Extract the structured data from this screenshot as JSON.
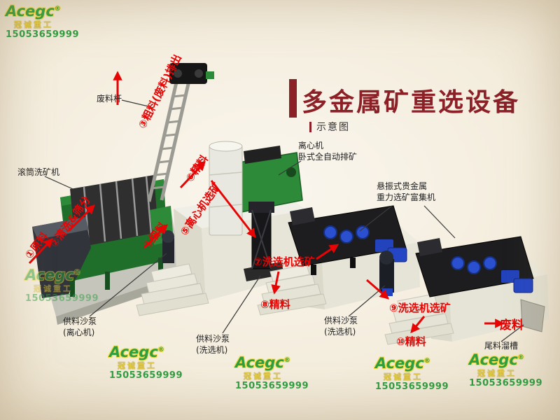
{
  "title": {
    "main": "多金属矿重选设备",
    "subtitle": "示意图",
    "accent_color": "#8b2027"
  },
  "watermark": {
    "brand": "Acegc",
    "reg": "®",
    "company": "冠诚重工",
    "phone": "15053659999"
  },
  "flow_labels": {
    "step1": "①原料",
    "step2": "②清洗&筛分",
    "step3": "③粗料(废料)排出",
    "step4": "④细料",
    "step5": "⑤离心机选矿",
    "step6": "⑥精料",
    "step7": "⑦洗选机选矿",
    "step8": "⑧精料",
    "step9": "⑨洗选机选矿",
    "step10": "⑩精料",
    "waste_out": "废料"
  },
  "equipment_labels": {
    "waste_rod": "废料杆",
    "drum_washer": "滚筒洗矿机",
    "centrifuge_line1": "离心机",
    "centrifuge_line2": "卧式全自动排矿",
    "vibrator_line1": "悬振式贵金属",
    "vibrator_line2": "重力选矿富集机",
    "pump_centrifuge_line1": "供料沙泵",
    "pump_centrifuge_line2": "(离心机)",
    "pump_washer1_line1": "供料沙泵",
    "pump_washer1_line2": "(洗选机)",
    "pump_washer2_line1": "供料沙泵",
    "pump_washer2_line2": "(洗选机)",
    "tailings_chute": "尾料溜槽"
  },
  "colors": {
    "flow_red": "#e60404",
    "machine_green": "#2c8a38",
    "machine_blue": "#2546c4",
    "watermark_green": "#2f9e41",
    "watermark_yellow": "#e4cb45"
  }
}
